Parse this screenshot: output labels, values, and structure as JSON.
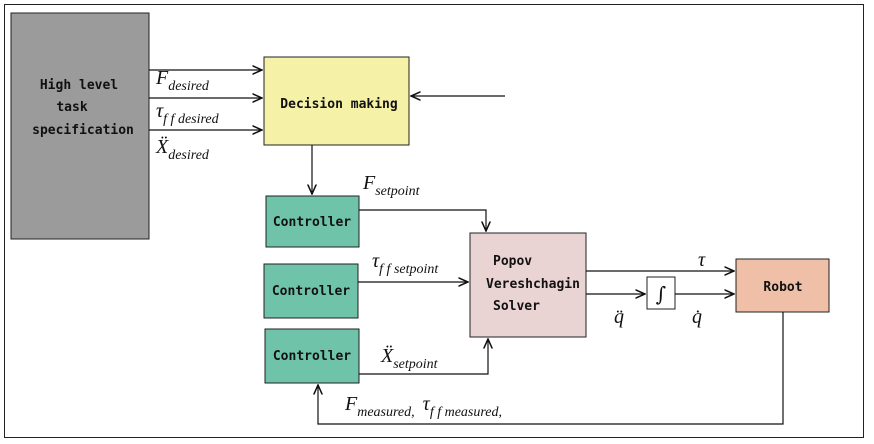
{
  "blocks": {
    "task_spec": {
      "lines": [
        "High level",
        "task",
        "specification"
      ],
      "color": "#9b9b9b"
    },
    "decision": {
      "label": "Decision making",
      "color": "#f5f2a8"
    },
    "ctrl_force": {
      "label": "Controller",
      "color": "#6fc3a8"
    },
    "ctrl_torque": {
      "label": "Controller",
      "color": "#6fc3a8"
    },
    "ctrl_accel": {
      "label": "Controller",
      "color": "#6fc3a8"
    },
    "solver": {
      "lines": [
        "Popov",
        "Vereshchagin",
        "Solver"
      ],
      "color": "#ead3d3"
    },
    "integrator": {
      "label": "∫"
    },
    "robot": {
      "label": "Robot",
      "color": "#efc0a7"
    }
  },
  "signals": {
    "f_desired": {
      "base": "F",
      "sub": "desired"
    },
    "tau_ff_desired": {
      "base": "τ",
      "sub": "f f desired"
    },
    "xdd_desired": {
      "base": "Ẍ",
      "sub": "desired"
    },
    "f_setpoint": {
      "base": "F",
      "sub": "setpoint"
    },
    "tau_ff_setpoint": {
      "base": "τ",
      "sub": "f f setpoint"
    },
    "xdd_setpoint": {
      "base": "Ẍ",
      "sub": "setpoint"
    },
    "tau": {
      "base": "τ"
    },
    "qdd": {
      "base": "q̈"
    },
    "qd": {
      "base": "q̇"
    },
    "feedback": {
      "f_base": "F",
      "f_sub": "measured,",
      "tau_base": "τ",
      "tau_sub": "f f measured,"
    }
  }
}
